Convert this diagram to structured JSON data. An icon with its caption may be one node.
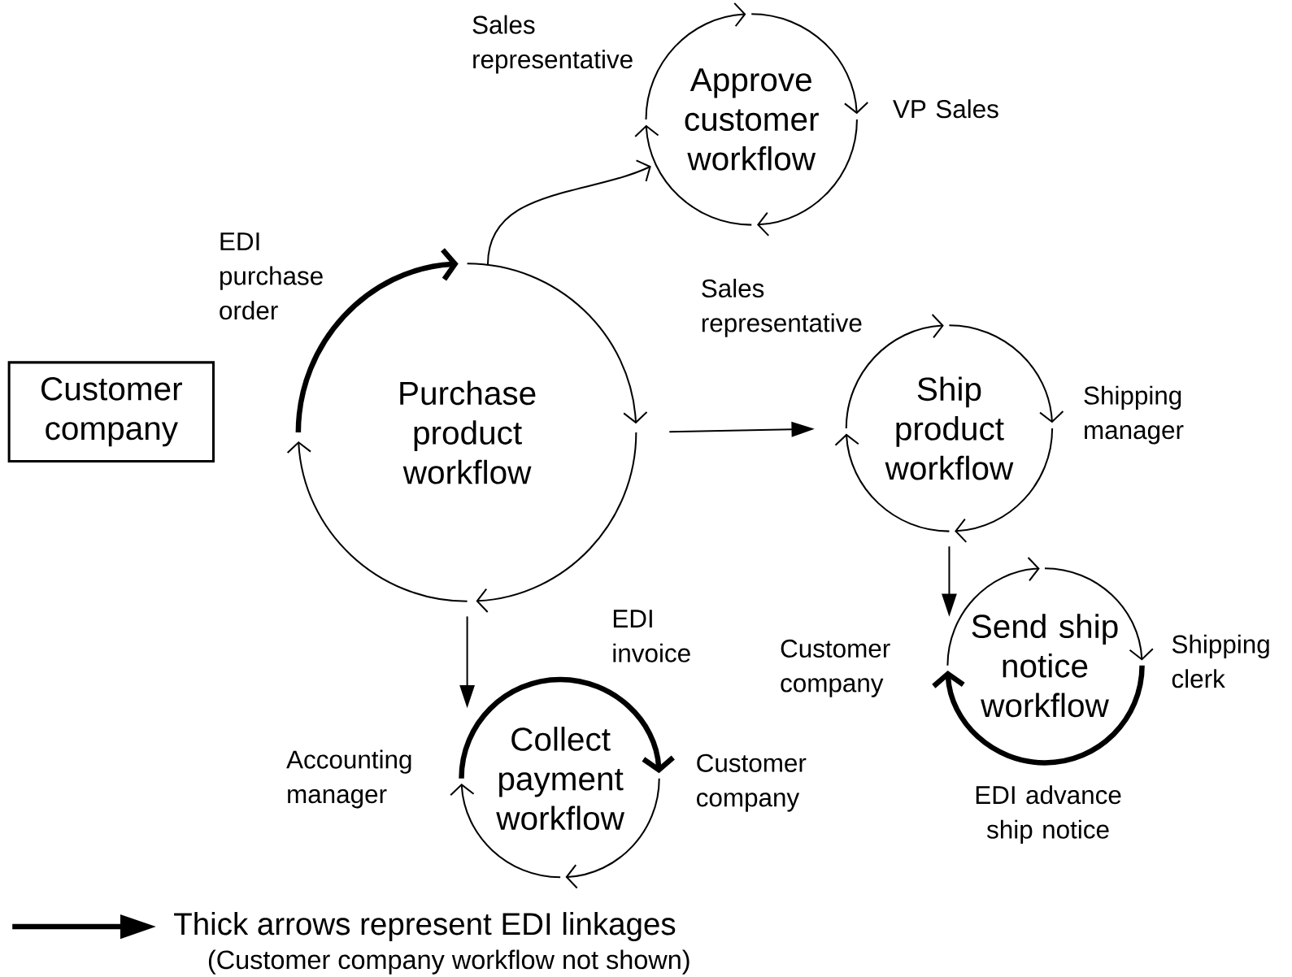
{
  "diagram": {
    "nodes": [
      {
        "text": [
          "Customer company"
        ]
      },
      {
        "text": [
          "Purchase product workflow"
        ],
        "beside": [
          "EDI purchase order"
        ]
      },
      {
        "text": [
          "Approve customer workflow"
        ],
        "beside": [
          "Sales representative",
          "VP Sales"
        ]
      },
      {
        "text": [
          "Ship product workflow"
        ],
        "beside": [
          "Sales representative",
          "Shipping manager"
        ]
      },
      {
        "text": [
          "Collect payment workflow"
        ],
        "beside": [
          "EDI invoice",
          "Accounting manager",
          "Customer company"
        ]
      },
      {
        "text": [
          "Send ship notice workflow"
        ],
        "beside": [
          "Customer company",
          "Shipping clerk",
          "EDI advance ship notice"
        ]
      }
    ],
    "edges": [
      {
        "from": 1,
        "to": 2,
        "arrow": "to"
      },
      {
        "from": 1,
        "to": 3,
        "arrow": "to"
      },
      {
        "from": 1,
        "to": 4,
        "arrow": "to"
      },
      {
        "from": 3,
        "to": 5,
        "arrow": "to"
      }
    ],
    "labels": [
      "(Customer company workflow not shown)"
    ],
    "legend": [
      {
        "text": "Thick arrows represent EDI linkages"
      }
    ]
  }
}
